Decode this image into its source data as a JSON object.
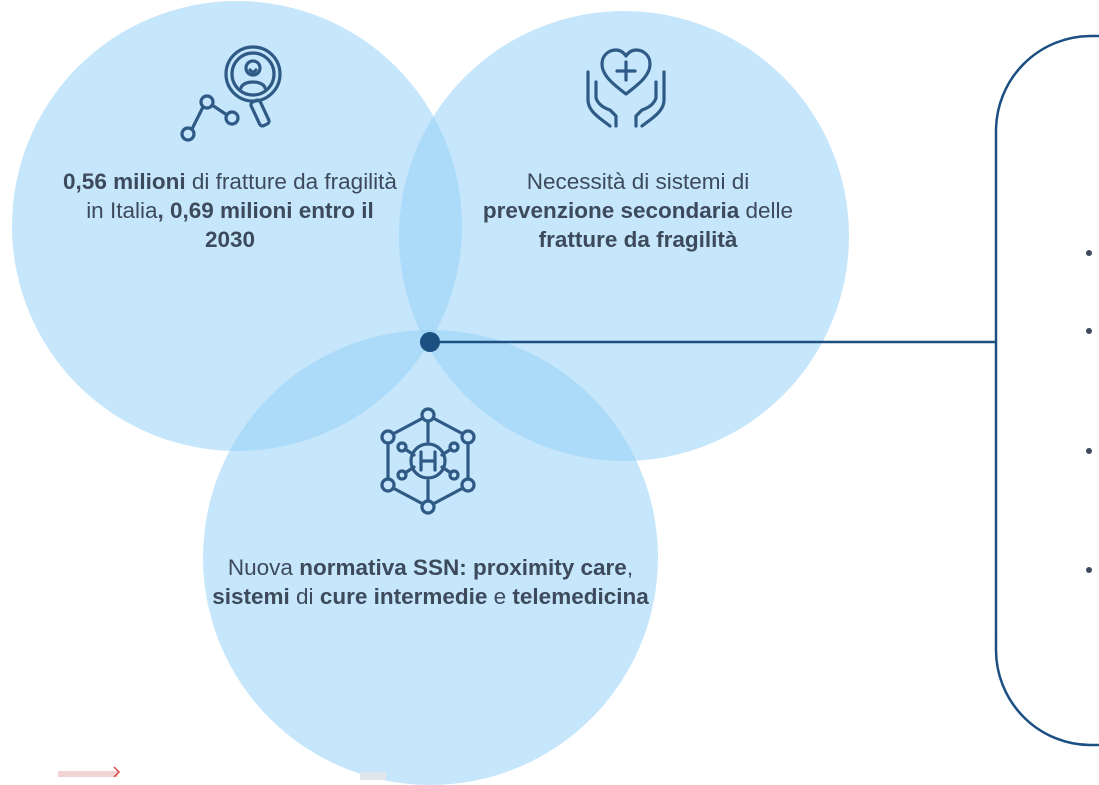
{
  "circles": {
    "left": {
      "icon": "magnifier-person-trend-icon",
      "parts": [
        {
          "text": "0,56 milioni",
          "bold": true
        },
        {
          "text": " di fratture da fragilità in Italia",
          "bold": false
        },
        {
          "text": ", 0,69 milioni entro il 2030",
          "bold": true
        }
      ]
    },
    "right": {
      "icon": "hands-heart-plus-icon",
      "parts": [
        {
          "text": "Necessità di sistemi di ",
          "bold": false
        },
        {
          "text": "prevenzione secondaria",
          "bold": true
        },
        {
          "text": " delle ",
          "bold": false
        },
        {
          "text": "fratture da fragilità",
          "bold": true
        }
      ]
    },
    "bottom": {
      "icon": "hospital-network-icon",
      "parts": [
        {
          "text": "Nuova ",
          "bold": false
        },
        {
          "text": "normativa SSN: proximity care",
          "bold": true
        },
        {
          "text": ", ",
          "bold": false
        },
        {
          "text": "sistemi",
          "bold": true
        },
        {
          "text": " di ",
          "bold": false
        },
        {
          "text": "cure intermedie",
          "bold": true
        },
        {
          "text": " e ",
          "bold": false
        },
        {
          "text": "telemedicina",
          "bold": true
        }
      ]
    }
  },
  "colors": {
    "circle_fill": "#96d2f8",
    "connector": "#1c4f82",
    "text": "#3d4a5c",
    "icon_stroke": "#2f5a86"
  }
}
